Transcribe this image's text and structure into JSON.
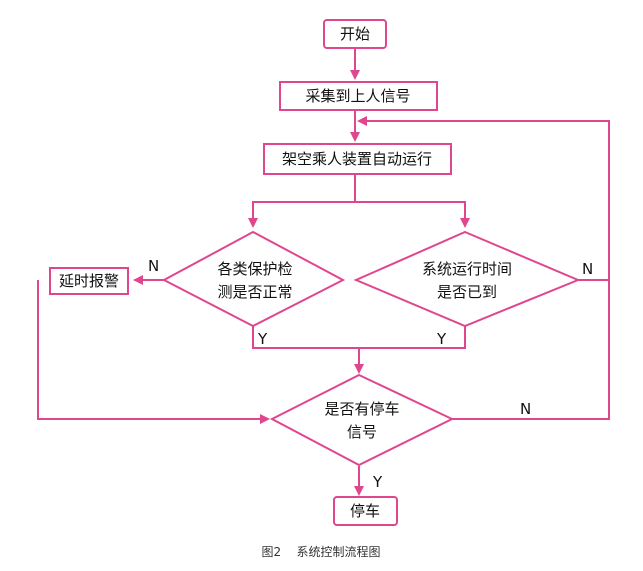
{
  "colors": {
    "stroke": "#e0468e",
    "text": "#111111",
    "background": "#ffffff"
  },
  "nodes": {
    "start": "开始",
    "collect": "采集到上人信号",
    "run": "架空乘人装置自动运行",
    "check_line1": "各类保护检",
    "check_line2": "测是否正常",
    "time_line1": "系统运行时间",
    "time_line2": "是否已到",
    "stop_signal_line1": "是否有停车",
    "stop_signal_line2": "信号",
    "alarm": "延时报警",
    "stop": "停车"
  },
  "edge_labels": {
    "check_no": "N",
    "check_yes": "Y",
    "time_no": "N",
    "time_yes": "Y",
    "stop_no": "N",
    "stop_yes": "Y"
  },
  "caption": "图2    系统控制流程图"
}
